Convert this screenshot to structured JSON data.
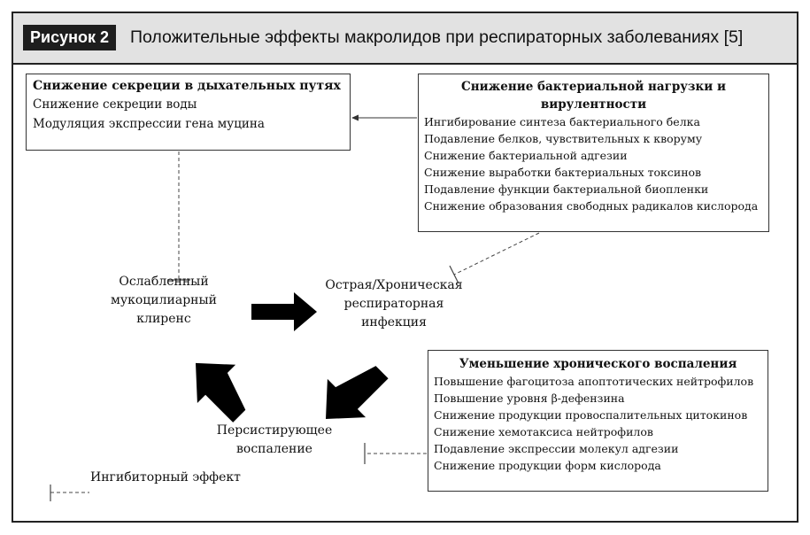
{
  "figure": {
    "label": "Рисунок 2",
    "title": "Положительные эффекты макролидов при респираторных заболеваниях [5]"
  },
  "box_secretion": {
    "heading": "Снижение секреции в дыхательных путях",
    "items": [
      "Снижение секреции воды",
      "Модуляция экспрессии гена муцина"
    ]
  },
  "box_bacterial": {
    "heading_line1": "Снижение бактериальной нагрузки и",
    "heading_line2": "вирулентности",
    "items": [
      "Ингибирование синтеза бактериального белка",
      "Подавление белков, чувствительных к кворуму",
      "Снижение бактериальной адгезии",
      "Снижение выработки бактериальных токсинов",
      "Подавление функции бактериальной биопленки",
      "Снижение образования свободных радикалов кислорода"
    ]
  },
  "box_inflammation": {
    "heading": "Уменьшение хронического воспаления",
    "items": [
      "Повышение фагоцитоза апоптотических нейтрофилов",
      "Повышение уровня β-дефензина",
      "Снижение продукции провоспалительных цитокинов",
      "Снижение хемотаксиса нейтрофилов",
      "Подавление экспрессии молекул адгезии",
      "Снижение продукции форм кислорода"
    ]
  },
  "nodes": {
    "mucociliary": [
      "Ослабленный",
      "мукоцилиарный",
      "клиренс"
    ],
    "infection": [
      "Острая/Хроническая",
      "респираторная",
      "инфекция"
    ],
    "persistent": [
      "Персистирующее",
      "воспаление"
    ]
  },
  "legend": {
    "text": "Ингибиторный эффект"
  }
}
